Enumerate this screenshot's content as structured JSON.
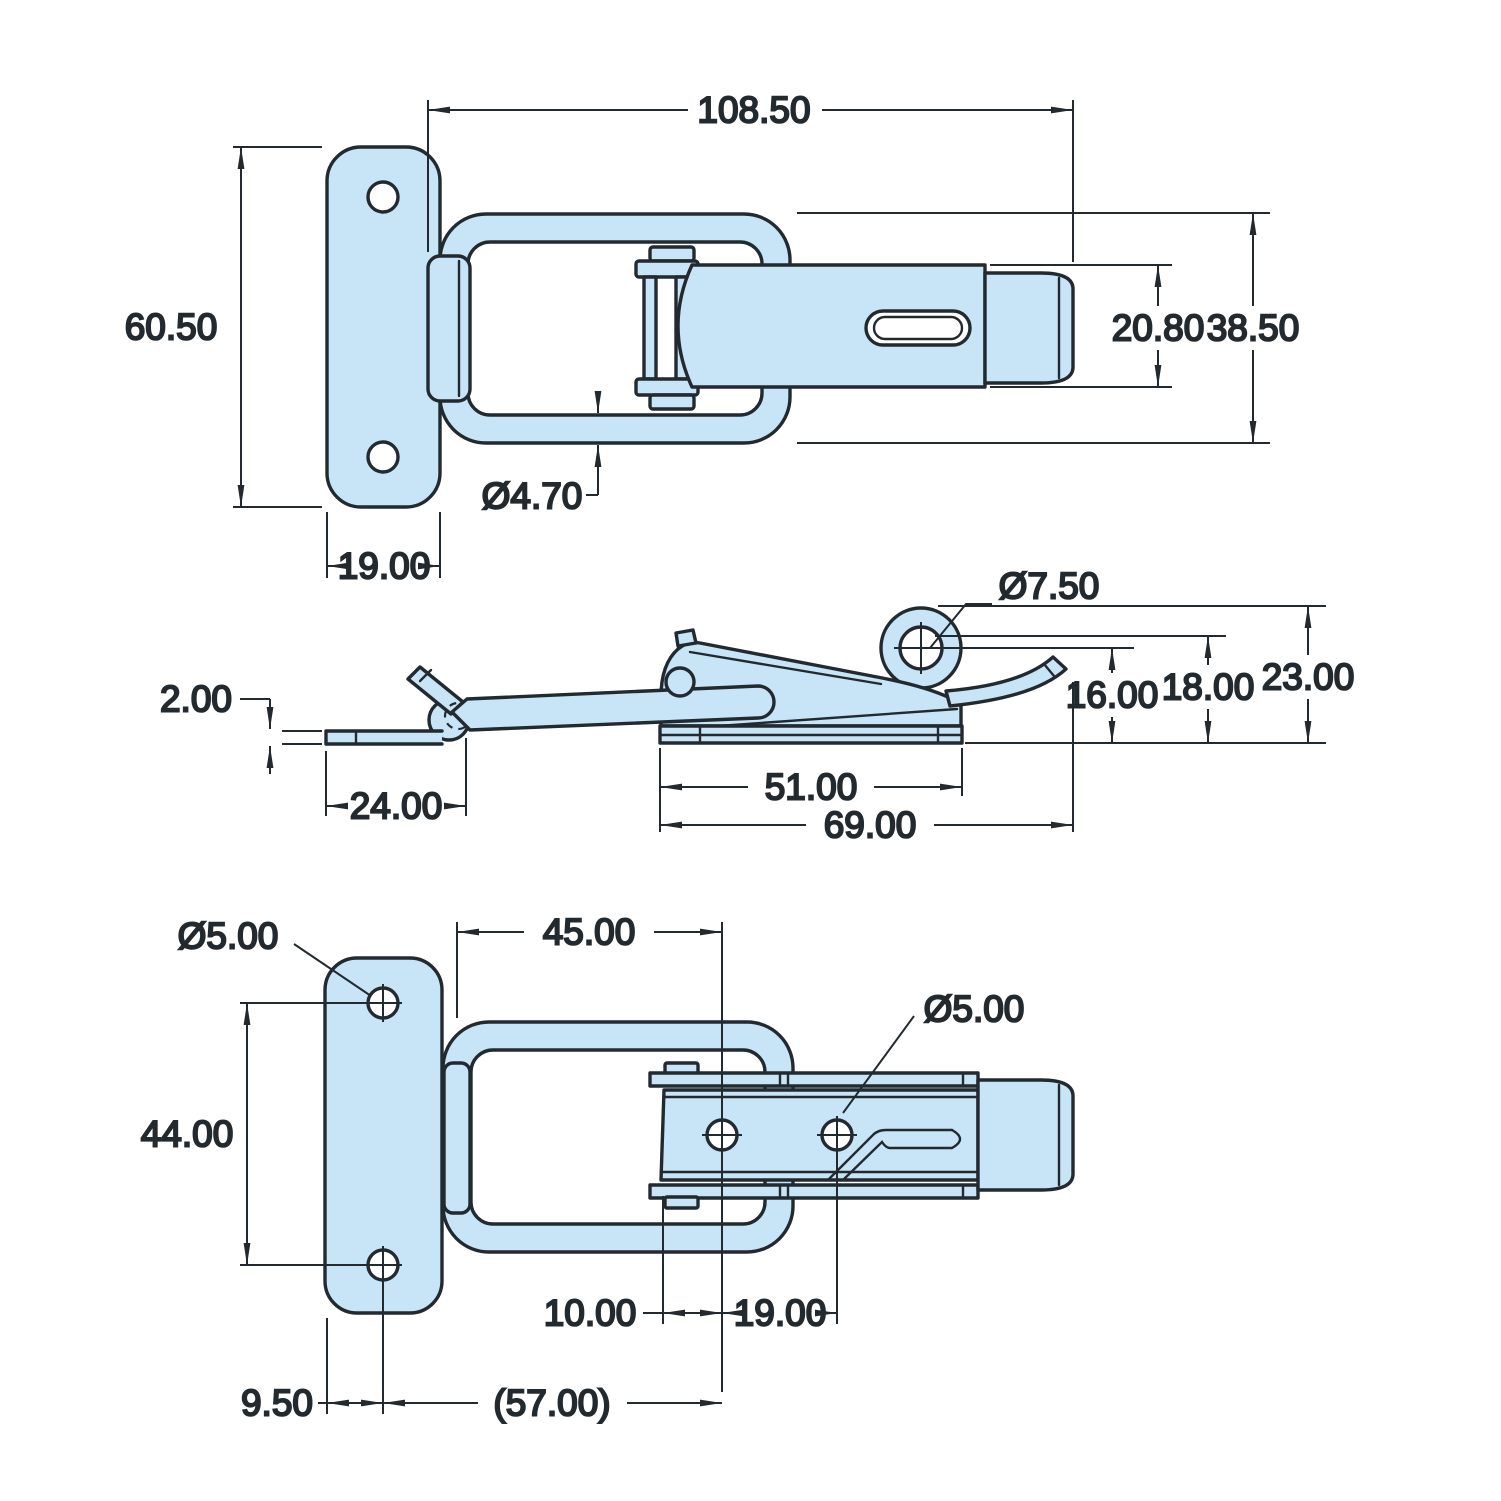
{
  "drawing": {
    "type": "engineering-drawing",
    "subject": "toggle draw latch with keeper plate, three orthographic views",
    "colors": {
      "part_fill": "#c7e5f6",
      "line": "#222a30",
      "background": "#ffffff"
    },
    "views": {
      "top": {
        "dims": {
          "overall_length": "108.50",
          "plate_height": "60.50",
          "plate_width": "19.00",
          "lever_width": "20.80",
          "frame_width": "38.50",
          "wire_diameter": "Ø4.70"
        }
      },
      "side": {
        "dims": {
          "plate_thickness": "2.00",
          "keeper_length": "24.00",
          "eyelet_diameter": "Ø7.50",
          "eyelet_center_height": "16.00",
          "catch_height": "18.00",
          "overall_height": "23.00",
          "base_length": "51.00",
          "body_length": "69.00"
        }
      },
      "bottom": {
        "dims": {
          "plate_hole_diameter": "Ø5.00",
          "body_hole_diameter": "Ø5.00",
          "frame_length": "45.00",
          "plate_hole_spacing": "44.00",
          "hole_offset": "10.00",
          "body_hole_spacing": "19.00",
          "edge_to_hole": "9.50",
          "reference_spacing": "(57.00)"
        }
      }
    }
  }
}
